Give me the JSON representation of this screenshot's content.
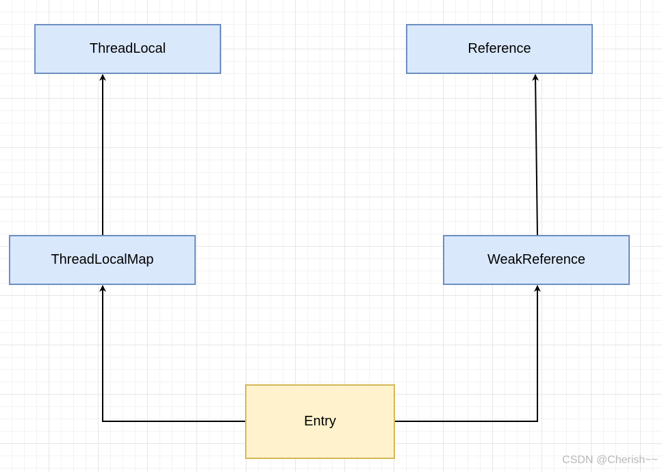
{
  "diagram": {
    "nodes": {
      "thread_local": "ThreadLocal",
      "reference": "Reference",
      "thread_local_map": "ThreadLocalMap",
      "weak_reference": "WeakReference",
      "entry": "Entry"
    },
    "edges": [
      {
        "from": "thread_local_map",
        "to": "thread_local"
      },
      {
        "from": "weak_reference",
        "to": "reference"
      },
      {
        "from": "entry",
        "to": "thread_local_map"
      },
      {
        "from": "entry",
        "to": "weak_reference"
      }
    ],
    "colors": {
      "class_fill": "#dae8fc",
      "class_border": "#6c8ebf",
      "entry_fill": "#fff2cc",
      "entry_border": "#d6b656",
      "edge": "#000000"
    }
  },
  "watermark": "CSDN @Cherish~~"
}
